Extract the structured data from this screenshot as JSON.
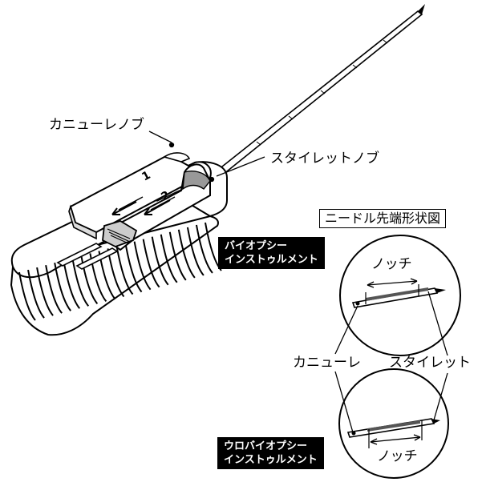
{
  "labels": {
    "cannula_knob": "カニューレノブ",
    "stylet_knob": "スタイレットノブ",
    "tip_shape_title": "ニードル先端形状図",
    "notch_top": "ノッチ",
    "notch_bottom": "ノッチ",
    "cannula": "カニューレ",
    "stylet": "スタイレット",
    "slider_1": "1",
    "slider_2": "2"
  },
  "tags": {
    "biopsy": {
      "line1": "バイオプシー",
      "line2": "インストゥルメント"
    },
    "uro_biopsy": {
      "line1": "ウロバイオプシー",
      "line2": "インストゥルメント"
    }
  }
}
